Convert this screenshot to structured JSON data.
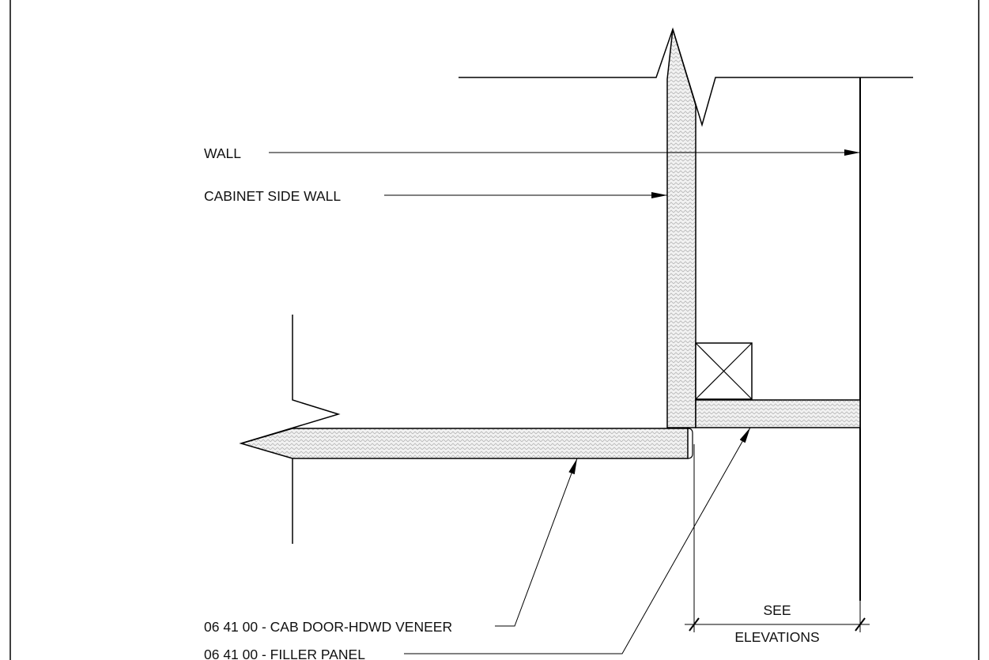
{
  "labels": {
    "wall": "WALL",
    "cabinet_side_wall": "CABINET SIDE WALL",
    "cab_door": "06 41 00  - CAB DOOR-HDWD VENEER",
    "filler_panel": "06 41 00  - FILLER PANEL",
    "dimension_line1": "SEE",
    "dimension_line2": "ELEVATIONS"
  },
  "colors": {
    "line": "#000000",
    "hatch_fill": "#f2f2f2",
    "hatch_stroke": "#b5b5b5"
  }
}
